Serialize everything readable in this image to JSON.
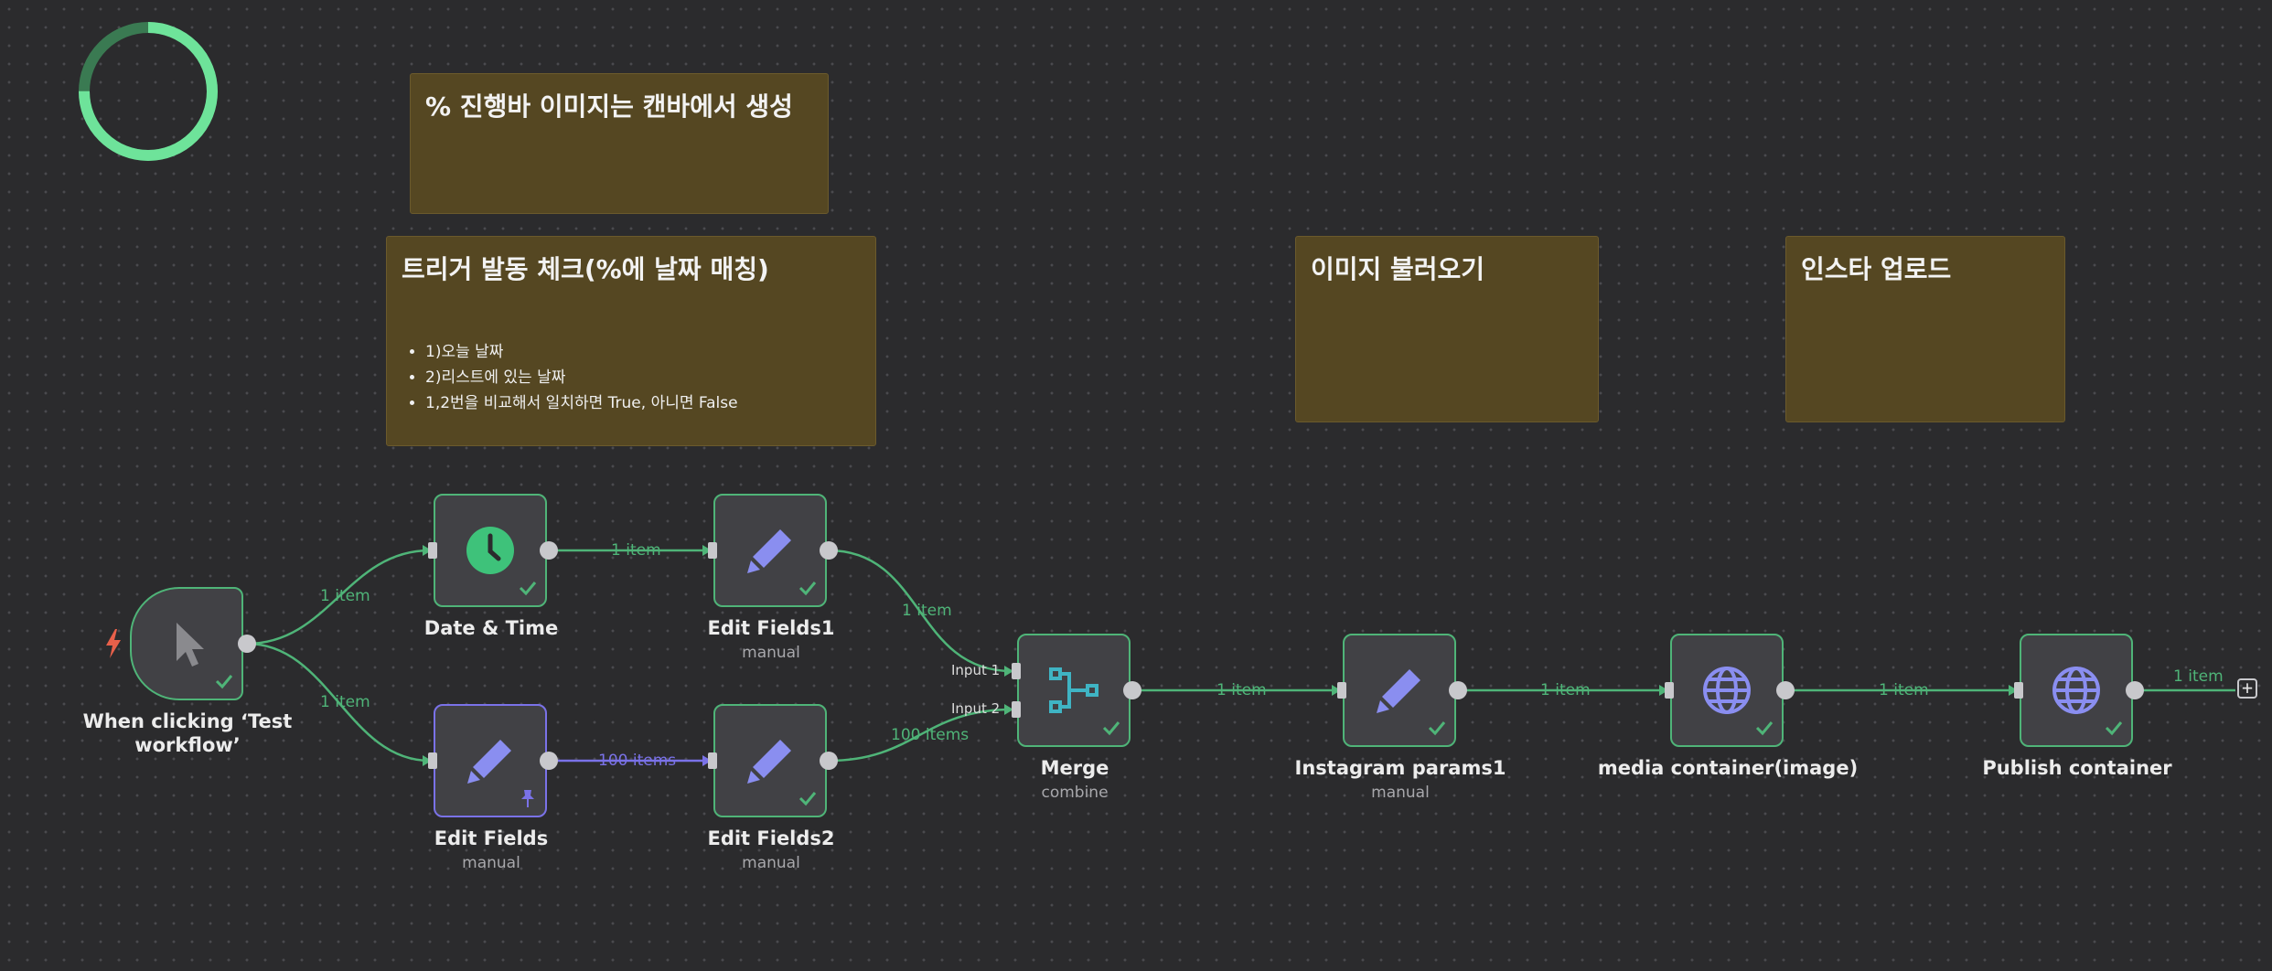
{
  "sticky_notes": {
    "progress": {
      "title": "% 진행바 이미지는 캔바에서 생성"
    },
    "trigger_check": {
      "title": "트리거 발동 체크(%에 날짜 매칭)",
      "bullets": [
        "1)오늘 날짜",
        "2)리스트에 있는 날짜",
        "1,2번을 비교해서 일치하면 True, 아니면 False"
      ]
    },
    "load_image": {
      "title": "이미지 불러오기"
    },
    "insta_upload": {
      "title": "인스타 업로드"
    }
  },
  "nodes": {
    "trigger": {
      "label": "When clicking ‘Test workflow’",
      "icon": "cursor-icon"
    },
    "datetime": {
      "label": "Date & Time",
      "icon": "clock-icon"
    },
    "edit_fields1": {
      "label": "Edit Fields1",
      "sub": "manual",
      "icon": "pencil-icon"
    },
    "edit_fields": {
      "label": "Edit Fields",
      "sub": "manual",
      "icon": "pencil-icon"
    },
    "edit_fields2": {
      "label": "Edit Fields2",
      "sub": "manual",
      "icon": "pencil-icon"
    },
    "merge": {
      "label": "Merge",
      "sub": "combine",
      "input1": "Input 1",
      "input2": "Input 2",
      "icon": "merge-icon"
    },
    "instagram_params": {
      "label": "Instagram params1",
      "sub": "manual",
      "icon": "pencil-icon"
    },
    "media_container": {
      "label": "media container(image)",
      "icon": "globe-icon"
    },
    "publish_container": {
      "label": "Publish container",
      "icon": "globe-icon"
    }
  },
  "edges": {
    "trigger_datetime": "1 item",
    "trigger_editfields": "1 item",
    "datetime_editfields1": "1 item",
    "editfields1_merge": "1 item",
    "editfields_editfields2": "100 items",
    "editfields2_merge": "100 items",
    "merge_instagram": "1 item",
    "instagram_media": "1 item",
    "media_publish": "1 item",
    "publish_out": "1 item"
  },
  "add_button": "+",
  "colors": {
    "canvas": "#2b2b2d",
    "success": "#4fb478",
    "pinned": "#7a72e8",
    "sticky": "#554722",
    "icon_blue": "#8a8ef0",
    "merge_icon": "#3fb4c4",
    "trigger_bolt": "#e8604a"
  }
}
